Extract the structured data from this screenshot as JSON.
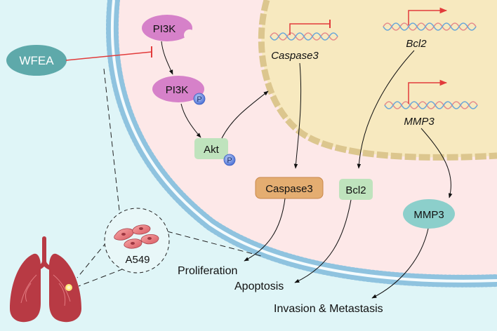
{
  "drug": {
    "label": "WFEA"
  },
  "pathway": {
    "pi3k_inactive": "PI3K",
    "pi3k_active": "PI3K",
    "akt": "Akt",
    "phospho": "P"
  },
  "genes": {
    "caspase3": "Caspase3",
    "bcl2": "Bcl2",
    "mmp3": "MMP3"
  },
  "proteins": {
    "caspase3": "Caspase3",
    "bcl2": "Bcl2",
    "mmp3": "MMP3"
  },
  "cell_line": "A549",
  "outcomes": {
    "proliferation": "Proliferation",
    "apoptosis": "Apoptosis",
    "invasion": "Invasion & Metastasis"
  },
  "colors": {
    "background": "#dff5f7",
    "cytoplasm": "#fde8e8",
    "nucleus": "#f7e9bf",
    "nucleus_border": "#dcc68e",
    "membrane": "#8fc3df",
    "inhibit_red": "#e23b3b",
    "pi3k": "#d681c9",
    "akt": "#bfe3bd",
    "caspase": "#e4ad71",
    "mmp3": "#8ccfcb",
    "lung": "#b83a44"
  }
}
